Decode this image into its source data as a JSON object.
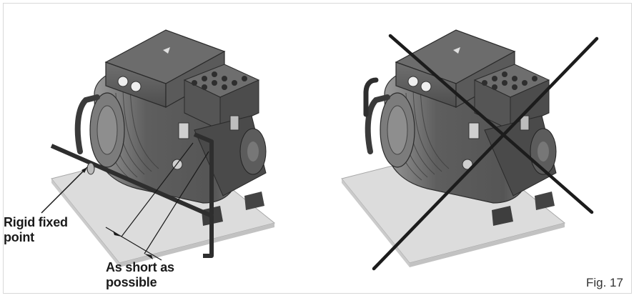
{
  "figure": {
    "caption": "Fig. 17",
    "left_panel": {
      "callouts": {
        "rigid_fixed_point": "Rigid fixed\npoint",
        "as_short_as_possible": "As short as\npossible"
      }
    },
    "right_panel": {
      "marker": "cross-out-icon"
    }
  },
  "colors": {
    "text": "#1a1a1a",
    "cross": "#1c1c1c",
    "frame_border": "#d8d8d8",
    "compressor_body": "#6a6a6a",
    "base_plate": "#dcdcdc"
  }
}
